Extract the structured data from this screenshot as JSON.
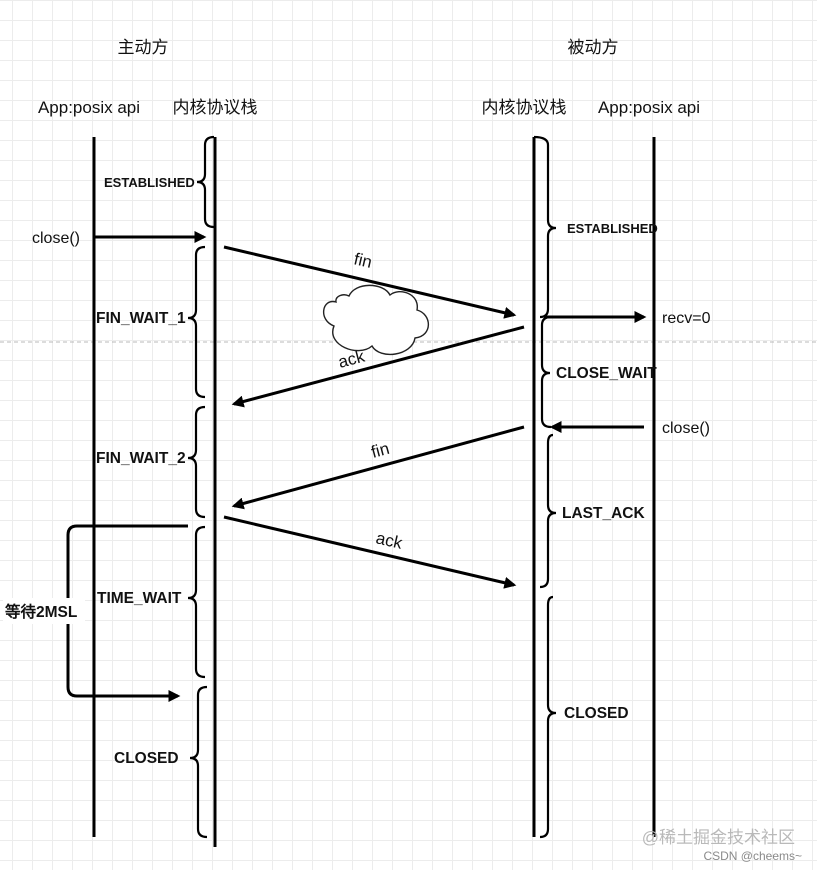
{
  "headers": {
    "active_side": "主动方",
    "passive_side": "被动方",
    "app_left": "App:posix api",
    "kernel_left": "内核协议栈",
    "kernel_right": "内核协议栈",
    "app_right": "App:posix api"
  },
  "active_states": {
    "established": "ESTABLISHED",
    "fin_wait_1": "FIN_WAIT_1",
    "fin_wait_2": "FIN_WAIT_2",
    "time_wait": "TIME_WAIT",
    "closed": "CLOSED"
  },
  "passive_states": {
    "established": "ESTABLISHED",
    "close_wait": "CLOSE_WAIT",
    "last_ack": "LAST_ACK",
    "closed": "CLOSED"
  },
  "calls": {
    "close_left": "close()",
    "recv": "recv=0",
    "close_right": "close()"
  },
  "messages": {
    "fin_1": "fin",
    "ack_1": "ack",
    "fin_2": "fin",
    "ack_2": "ack"
  },
  "wait_note": "等待2MSL",
  "watermark": {
    "site": "@稀土掘金技术社区",
    "author": "CSDN @cheems~"
  }
}
